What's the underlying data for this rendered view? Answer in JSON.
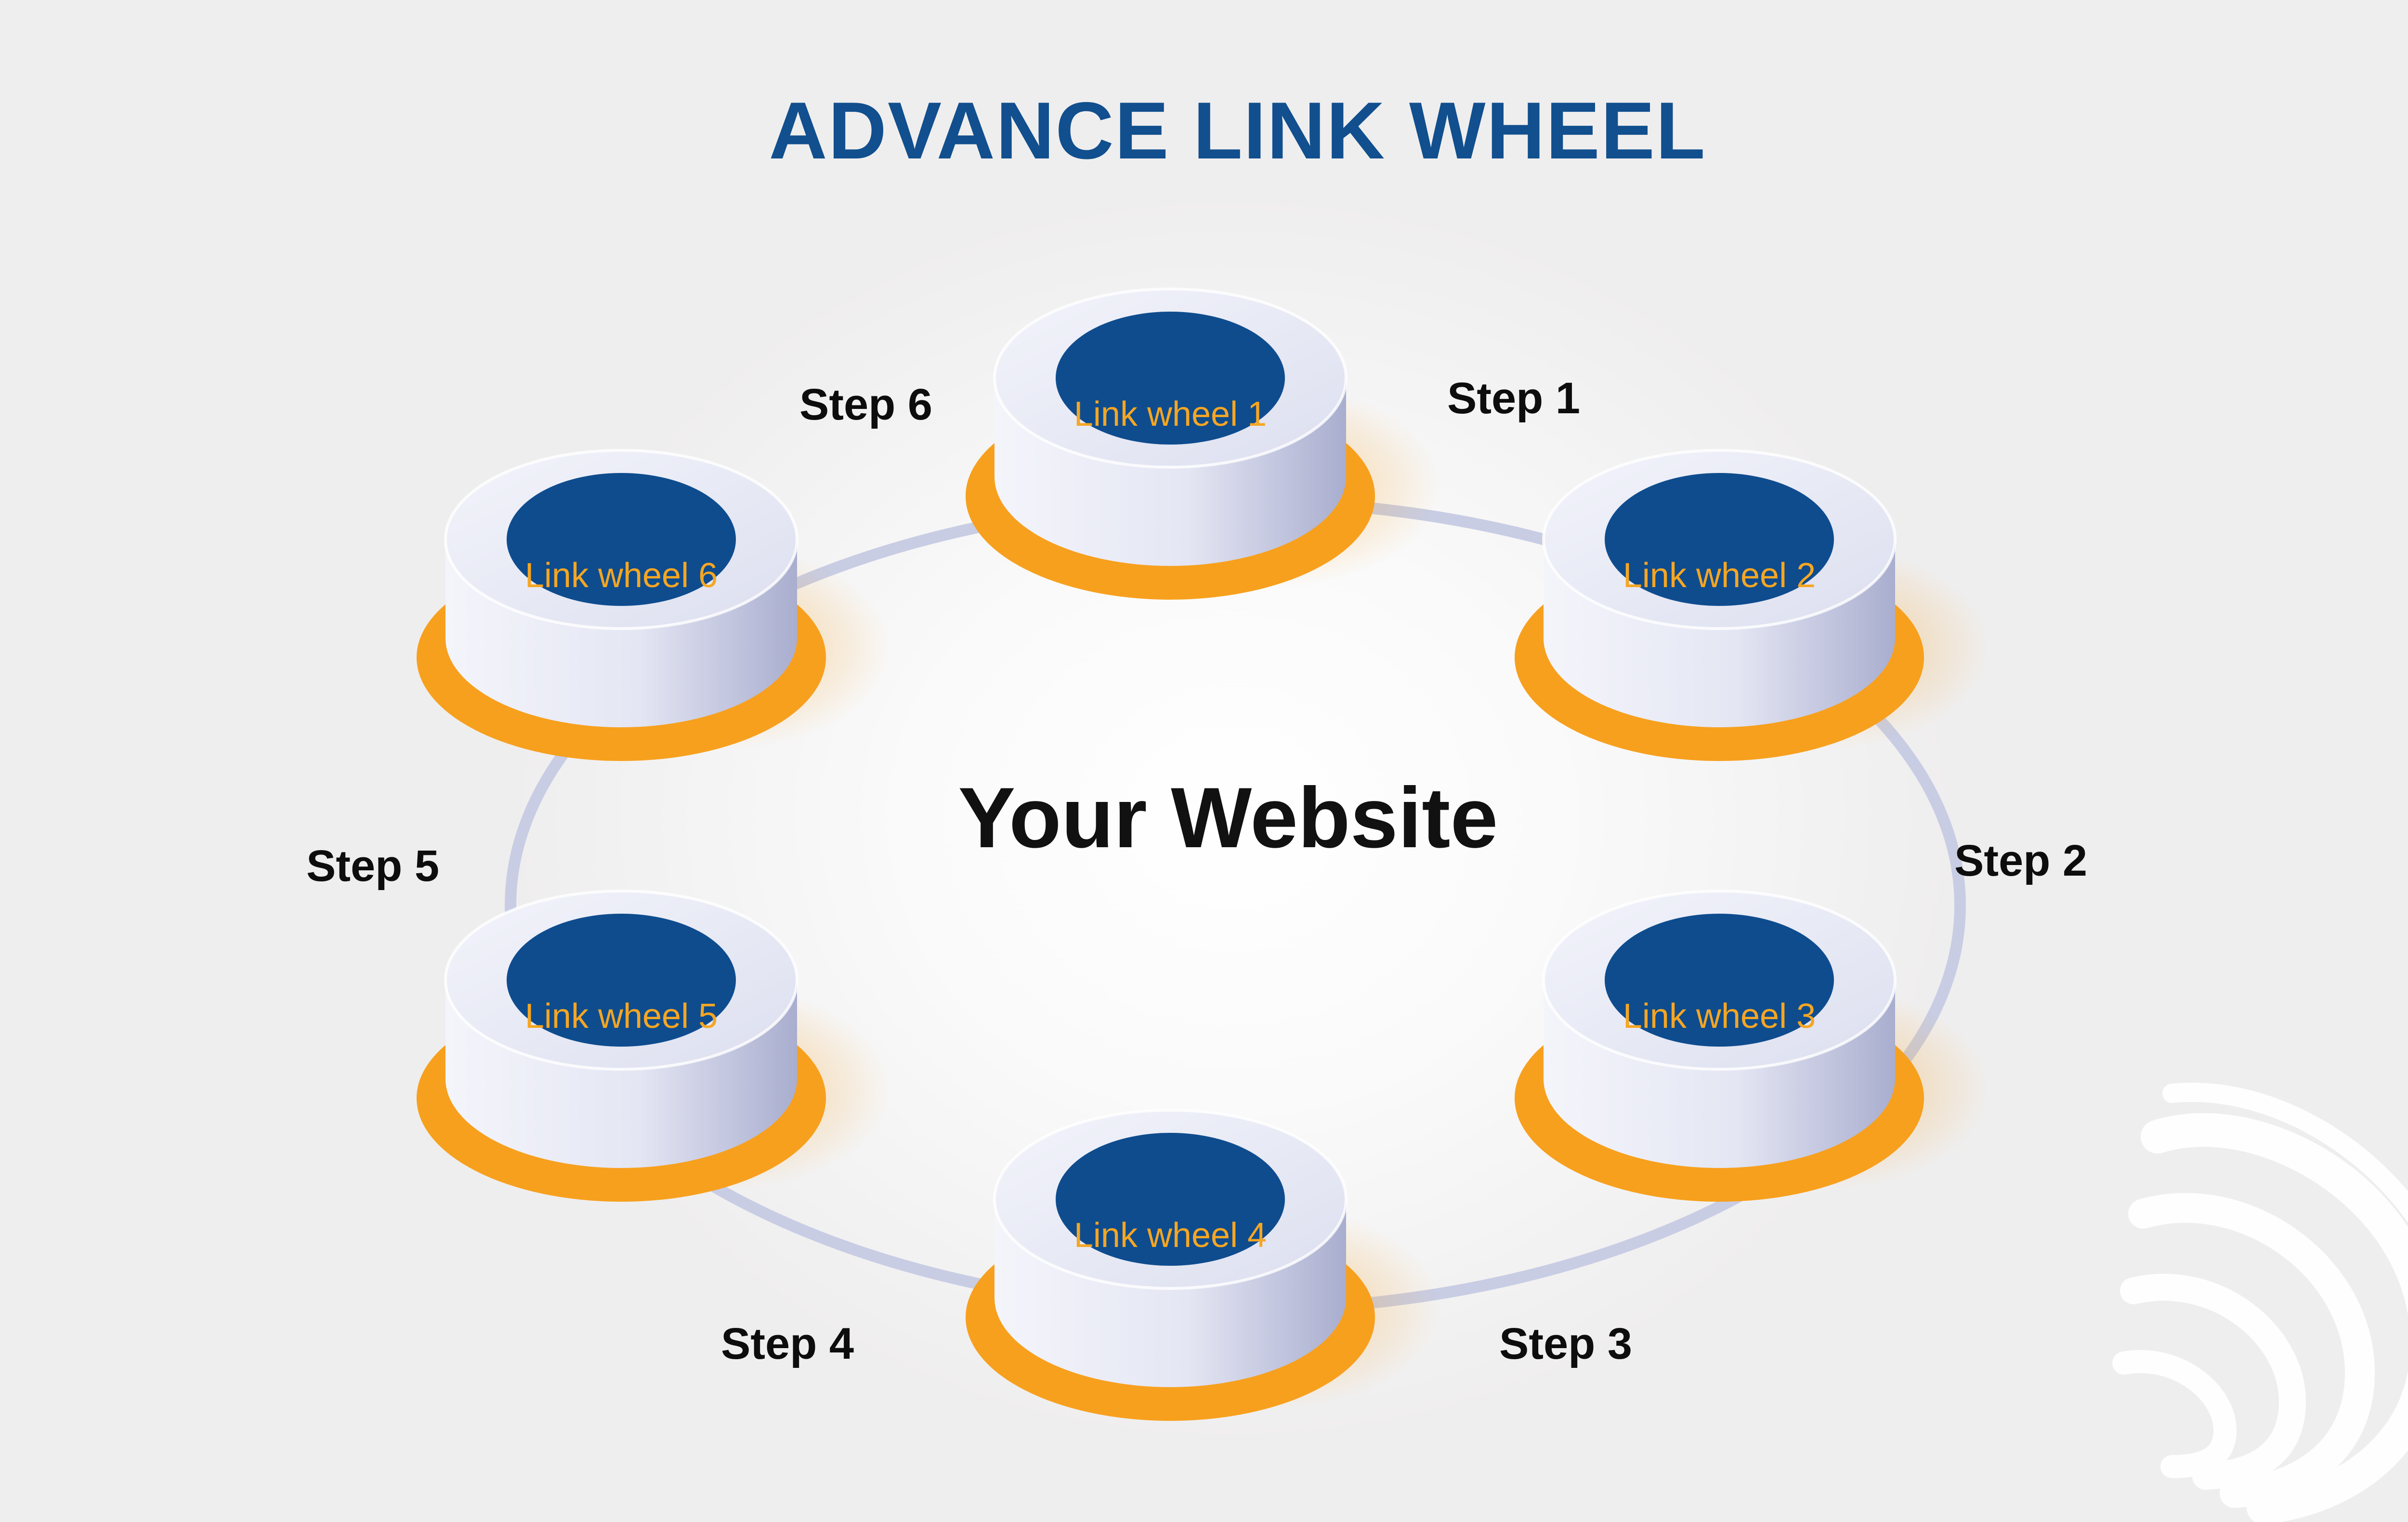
{
  "title": "ADVANCE LINK WHEEL",
  "center_label": "Your Website",
  "colors": {
    "title": "#114f8e",
    "puck_top": "#0e4c8e",
    "label_text": "#f5a623",
    "base_ring": "#f7a01e",
    "ring_line": "#c8cde4",
    "step_text": "#0d0d0d"
  },
  "wheels": [
    {
      "label": "Link wheel 1"
    },
    {
      "label": "Link wheel 2"
    },
    {
      "label": "Link wheel 3"
    },
    {
      "label": "Link wheel 4"
    },
    {
      "label": "Link wheel 5"
    },
    {
      "label": "Link wheel 6"
    }
  ],
  "steps": [
    "Step 1",
    "Step 2",
    "Step 3",
    "Step 4",
    "Step 5",
    "Step 6"
  ],
  "decoration": {
    "watermark_icon": "globe-icon"
  }
}
